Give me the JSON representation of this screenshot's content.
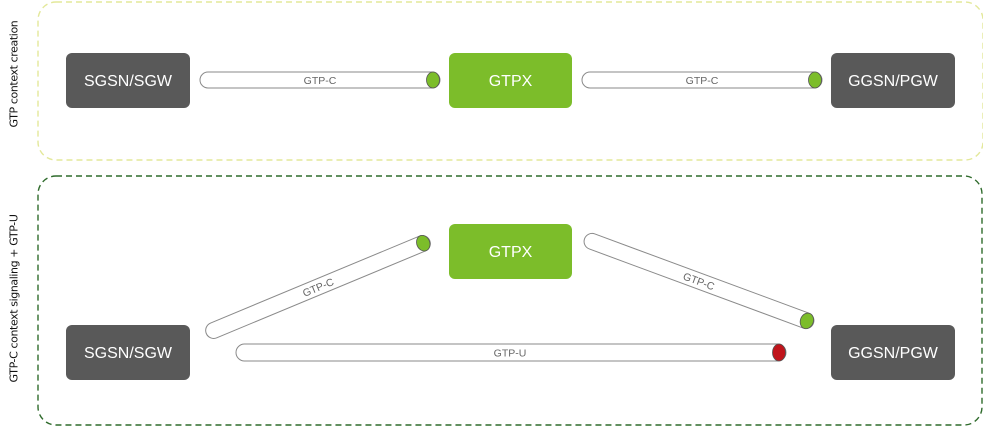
{
  "sections": {
    "top_label": "GTP context creation",
    "bottom_label": "GTP-C context signaling + GTP-U"
  },
  "top": {
    "left_node": "SGSN/SGW",
    "center_node": "GTPX",
    "right_node": "GGSN/PGW",
    "left_tube": "GTP-C",
    "right_tube": "GTP-C"
  },
  "bottom": {
    "left_node": "SGSN/SGW",
    "center_node": "GTPX",
    "right_node": "GGSN/PGW",
    "left_tube": "GTP-C",
    "right_tube": "GTP-C",
    "user_tube": "GTP-U"
  },
  "colors": {
    "top_border": "#e3e89a",
    "bottom_border": "#2f6b2c",
    "node_dark": "#595959",
    "node_green": "#7cbd2a",
    "cap_green": "#7cbd2a",
    "cap_red": "#c0141b",
    "tube_stroke": "#8a8a8a",
    "tube_text": "#666666"
  }
}
